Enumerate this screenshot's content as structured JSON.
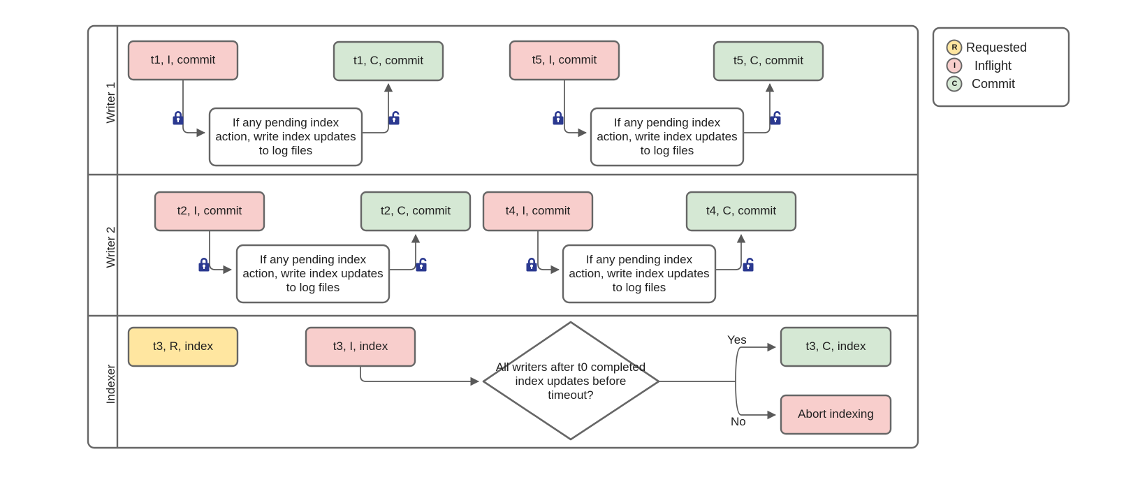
{
  "diagram": {
    "title": "Writer / Indexer commit and index-update swimlane flow",
    "type": "swimlane-flowchart",
    "colors": {
      "inflight_fill": "#F8CECC",
      "inflight_stroke": "#666666",
      "commit_fill": "#D5E8D4",
      "commit_stroke": "#666666",
      "requested_fill": "#FFE6A0",
      "requested_stroke": "#666666",
      "process_fill": "#FFFFFF",
      "process_stroke": "#666666",
      "lane_stroke": "#666666",
      "edge_stroke": "#595959",
      "lock_fill": "#2B3990",
      "page_background": "#FFFFFF"
    }
  },
  "lanes": [
    {
      "id": "writer1",
      "name": "Writer 1"
    },
    {
      "id": "writer2",
      "name": "Writer 2"
    },
    {
      "id": "indexer",
      "name": "Indexer"
    }
  ],
  "nodes": {
    "w1_t1_inflight": {
      "label": "t1, I, commit",
      "state": "Inflight",
      "fill": "#F8CECC"
    },
    "w1_t1_commit": {
      "label": "t1, C, commit",
      "state": "Commit",
      "fill": "#D5E8D4"
    },
    "w1_t5_inflight": {
      "label": "t5, I, commit",
      "state": "Inflight",
      "fill": "#F8CECC"
    },
    "w1_t5_commit": {
      "label": "t5, C, commit",
      "state": "Commit",
      "fill": "#D5E8D4"
    },
    "w2_t2_inflight": {
      "label": "t2, I, commit",
      "state": "Inflight",
      "fill": "#F8CECC"
    },
    "w2_t2_commit": {
      "label": "t2, C, commit",
      "state": "Commit",
      "fill": "#D5E8D4"
    },
    "w2_t4_inflight": {
      "label": "t4, I, commit",
      "state": "Inflight",
      "fill": "#F8CECC"
    },
    "w2_t4_commit": {
      "label": "t4, C, commit",
      "state": "Commit",
      "fill": "#D5E8D4"
    },
    "idx_t3_requested": {
      "label": "t3, R, index",
      "state": "Requested",
      "fill": "#FFE6A0"
    },
    "idx_t3_inflight": {
      "label": "t3, I, index",
      "state": "Inflight",
      "fill": "#F8CECC"
    },
    "idx_t3_commit": {
      "label": "t3, C, index",
      "state": "Commit",
      "fill": "#D5E8D4"
    },
    "idx_abort": {
      "label": "Abort indexing",
      "state": "Inflight",
      "fill": "#F8CECC"
    },
    "process_w1_a": {
      "label": "If any pending index action, write index updates to log files"
    },
    "process_w1_b": {
      "label": "If any pending index action, write index updates to log files"
    },
    "process_w2_a": {
      "label": "If any pending index action, write index updates to log files"
    },
    "process_w2_b": {
      "label": "If any pending index action, write index updates to log files"
    },
    "decision": {
      "label": "All writers after t0 completed index updates before timeout?"
    }
  },
  "edge_labels": {
    "yes": "Yes",
    "no": "No"
  },
  "icons": {
    "lock_closed": "lock-closed-icon",
    "lock_open": "lock-open-icon"
  },
  "legend": {
    "items": [
      {
        "badge": "R",
        "label": "Requested",
        "fill": "#FFE6A0",
        "stroke": "#666666"
      },
      {
        "badge": "I",
        "label": "Inflight",
        "fill": "#F8CECC",
        "stroke": "#666666"
      },
      {
        "badge": "C",
        "label": "Commit",
        "fill": "#D5E8D4",
        "stroke": "#666666"
      }
    ]
  }
}
